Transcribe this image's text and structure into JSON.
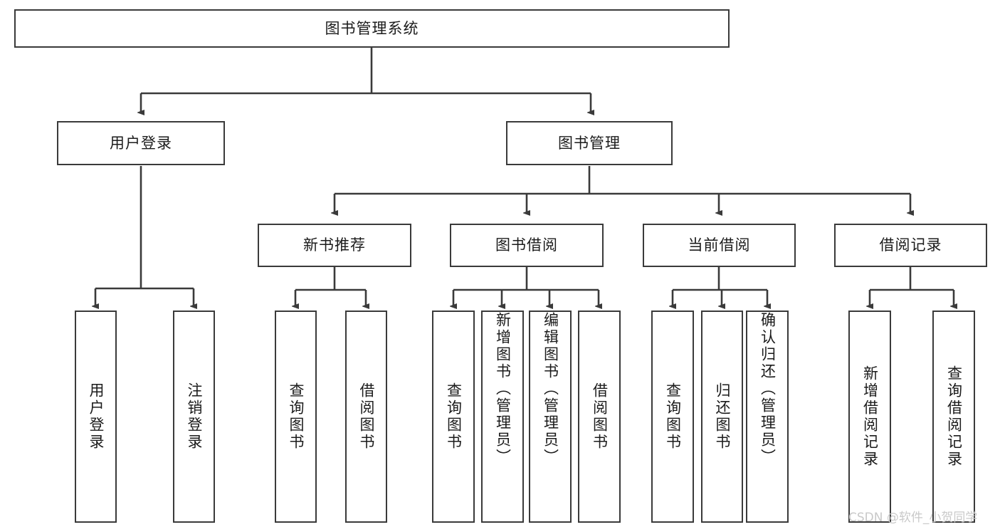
{
  "diagram": {
    "title": "图书管理系统",
    "type": "tree-hierarchy-flowchart",
    "colors": {
      "box_border": "#3a3a3a",
      "box_fill": "#ffffff",
      "edge": "#3a3a3a",
      "text": "#1b1b1b",
      "watermark": "#c9c9c9"
    },
    "nodes": {
      "root": {
        "label": "图书管理系统"
      },
      "level2": [
        {
          "id": "user-login",
          "label": "用户登录"
        },
        {
          "id": "book-management",
          "label": "图书管理"
        }
      ],
      "level3": [
        {
          "id": "new-book-recommend",
          "label": "新书推荐"
        },
        {
          "id": "book-borrow",
          "label": "图书借阅"
        },
        {
          "id": "current-borrow",
          "label": "当前借阅"
        },
        {
          "id": "borrow-record",
          "label": "借阅记录"
        }
      ],
      "leaves": {
        "user-login": [
          {
            "id": "leaf-user-login",
            "label": "用户登录"
          },
          {
            "id": "leaf-logout-login",
            "label": "注销登录"
          }
        ],
        "new-book-recommend": [
          {
            "id": "leaf-query-book-1",
            "label": "查询图书"
          },
          {
            "id": "leaf-borrow-book-1",
            "label": "借阅图书"
          }
        ],
        "book-borrow": [
          {
            "id": "leaf-query-book-2",
            "label": "查询图书"
          },
          {
            "id": "leaf-add-book",
            "label": "新增图书（管理员）"
          },
          {
            "id": "leaf-edit-book",
            "label": "编辑图书（管理员）"
          },
          {
            "id": "leaf-borrow-book-2",
            "label": "借阅图书"
          }
        ],
        "current-borrow": [
          {
            "id": "leaf-query-book-3",
            "label": "查询图书"
          },
          {
            "id": "leaf-return-book",
            "label": "归还图书"
          },
          {
            "id": "leaf-confirm-return",
            "label": "确认归还（管理员）"
          }
        ],
        "borrow-record": [
          {
            "id": "leaf-add-record",
            "label": "新增借阅记录"
          },
          {
            "id": "leaf-query-record",
            "label": "查询借阅记录"
          }
        ]
      }
    },
    "watermark": "CSDN @软件_小贺同学"
  }
}
